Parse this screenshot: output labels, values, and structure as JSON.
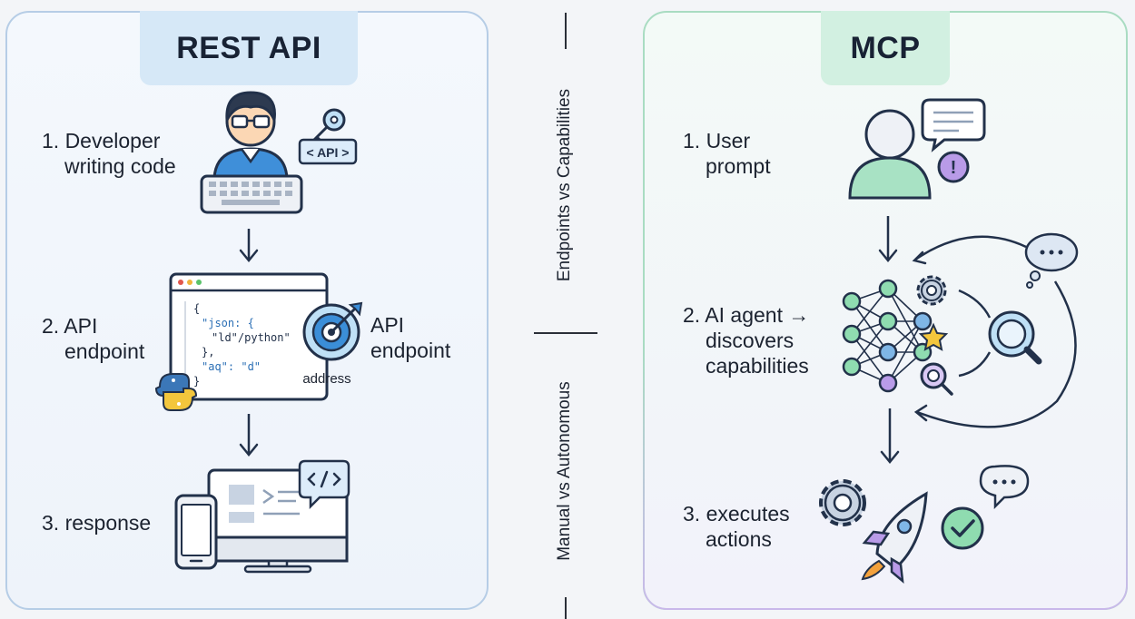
{
  "rest": {
    "title": "REST API",
    "steps": {
      "s1_line1": "1. Developer",
      "s1_line2": "writing code",
      "s2_line1": "2. API",
      "s2_line2": "endpoint",
      "s3": "3. response"
    },
    "api_badge": "API",
    "code_lines": [
      "{",
      "\"json: {",
      "\"ld\"/python\"",
      "},",
      "\"aq\": \"d\"",
      "}"
    ],
    "target_label_line1": "API",
    "target_label_line2": "endpoint",
    "target_caption": "address"
  },
  "divider": {
    "top_text": "Endpoints vs Capabilities",
    "bottom_text": "Manual vs Autonomous"
  },
  "mcp": {
    "title": "MCP",
    "steps": {
      "s1_line1": "1. User",
      "s1_line2": "prompt",
      "s2_line1": "2. AI agent →",
      "s2_line2": "discovers",
      "s2_line3": "capabilities",
      "s3_line1": "3. executes",
      "s3_line2": "actions"
    },
    "alert_glyph": "!"
  },
  "colors": {
    "rest_border": "#b6cde6",
    "rest_title_bg": "#d6e8f7",
    "mcp_border": "#a9dcc2",
    "mcp_title_bg": "#d2f0e1",
    "accent_blue": "#3b8ed8",
    "accent_purple": "#9b7fe0",
    "accent_green": "#7fd6a4"
  }
}
